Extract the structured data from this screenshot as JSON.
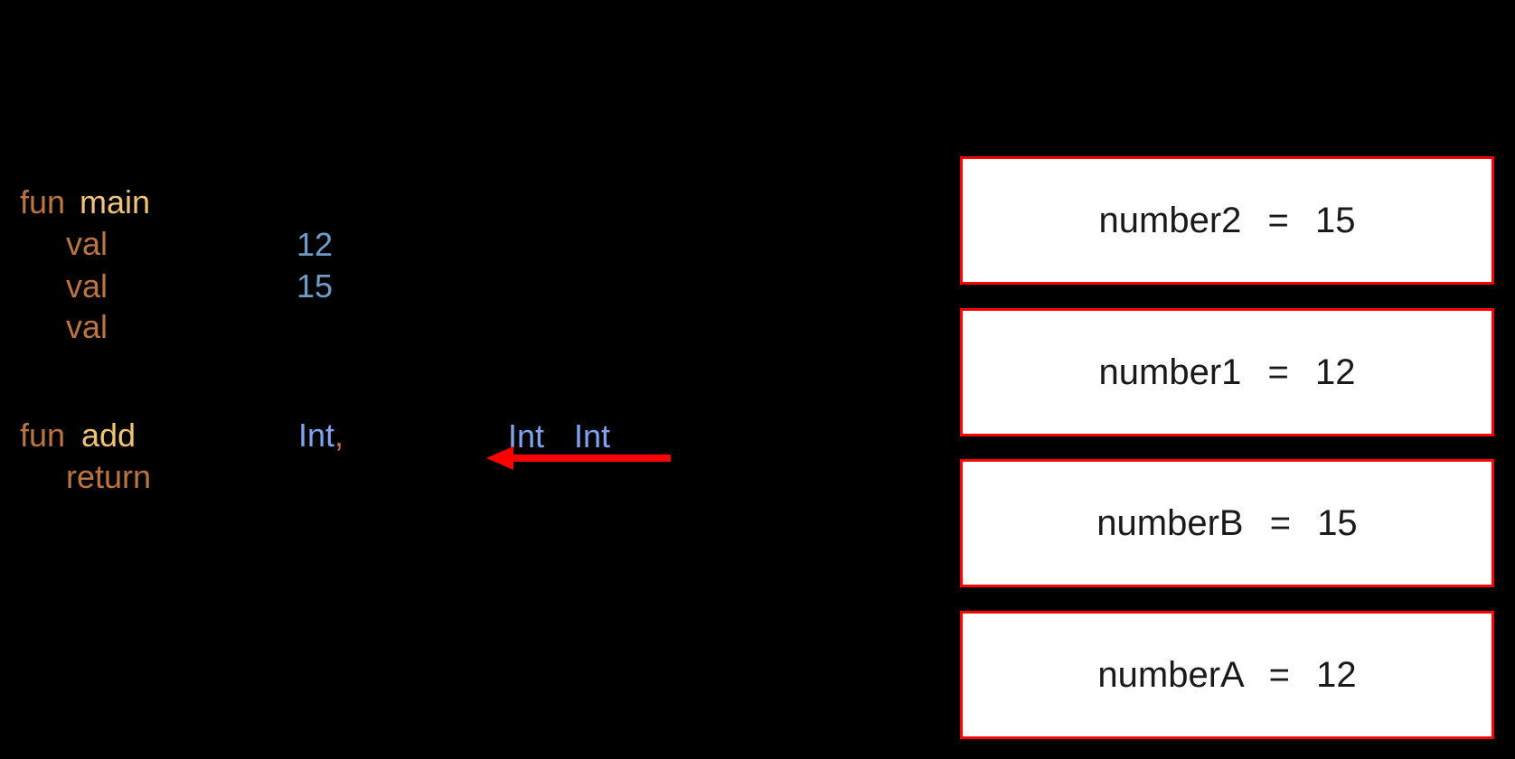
{
  "code": {
    "line_fun_main": {
      "keyword": "fun",
      "function_name": "main"
    },
    "line_val_1": {
      "keyword": "val",
      "number": "12"
    },
    "line_val_2": {
      "keyword": "val",
      "number": "15"
    },
    "line_val_3": {
      "keyword": "val"
    },
    "line_fun_add": {
      "keyword": "fun",
      "function_name": "add",
      "param_type": "Int",
      "comma": ",",
      "type_a": "Int",
      "type_b": "Int"
    },
    "line_return": {
      "keyword": "return"
    }
  },
  "annotation_arrow": {
    "direction": "left",
    "color": "#FF0000"
  },
  "stack": {
    "frames": [
      {
        "label": "number2 = 15"
      },
      {
        "label": "number1 = 12"
      },
      {
        "label": "numberB = 15"
      },
      {
        "label": "numberA = 12"
      }
    ]
  },
  "colors": {
    "background": "#000000",
    "keyword": "#BC7440",
    "function_name": "#F2C377",
    "number_literal": "#6E9CC8",
    "type_name": "#7FA3EE",
    "arrow": "#FF0000",
    "frame_border": "#FF0000",
    "frame_background": "#FFFFFF",
    "frame_text": "#1A1A1A"
  }
}
